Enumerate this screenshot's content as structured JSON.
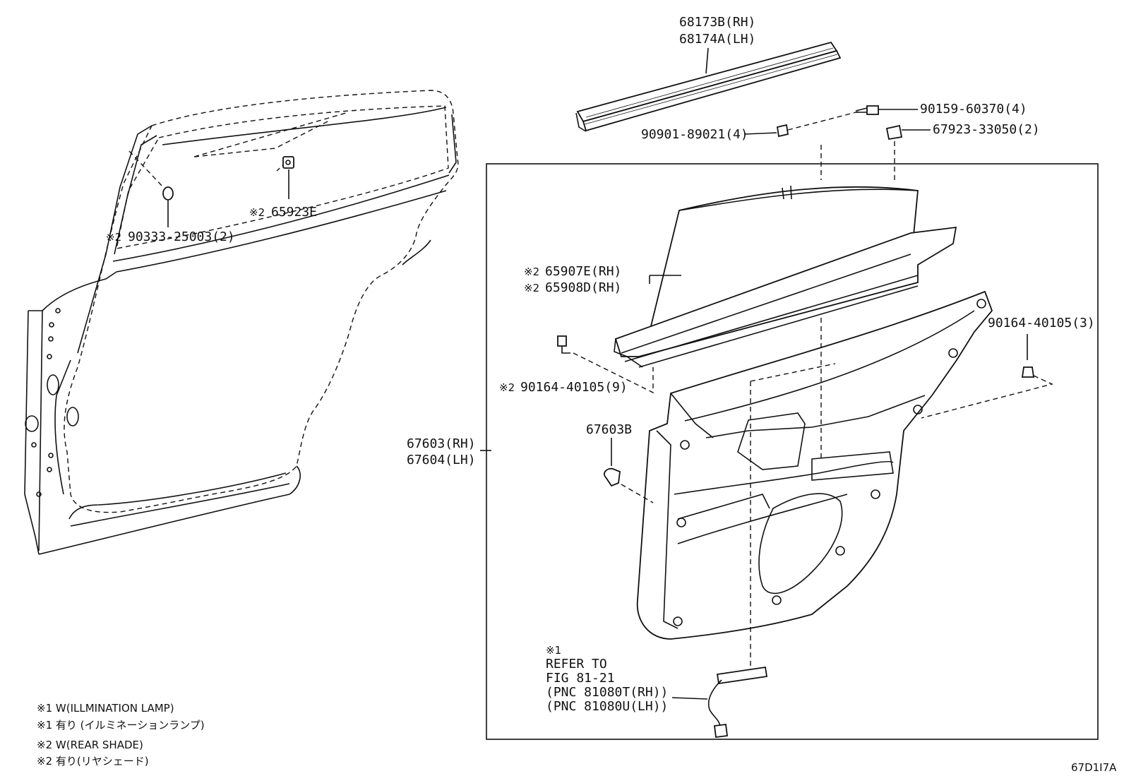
{
  "labels": {
    "p68173": "68173B(RH)",
    "p68174": "68174A(LH)",
    "p90159": "90159-60370(4)",
    "p90901": "90901-89021(4)",
    "p67923": "67923-33050(2)",
    "p65923_mark": "※2",
    "p65923": "65923E",
    "p90333_mark": "※2",
    "p90333": "90333-25003(2)",
    "p65907_mark": "※2",
    "p65907": "65907E(RH)",
    "p65908_mark": "※2",
    "p65908": "65908D(RH)",
    "p90164r": "90164-40105(3)",
    "p90164l_mark": "※2",
    "p90164l": "90164-40105(9)",
    "p67603b": "67603B",
    "p67603": "67603(RH)",
    "p67604": "67604(LH)",
    "ref_mark": "※1",
    "ref1": "REFER TO",
    "ref2": "FIG 81-21",
    "ref3": "(PNC 81080T(RH))",
    "ref4": "(PNC 81080U(LH))"
  },
  "notes": {
    "n1": "※1 W(ILLMINATION LAMP)",
    "n2": "※1 有り (イルミネーションランプ)",
    "n3": "※2 W(REAR SHADE)",
    "n4": "※2 有り(リヤシェード)"
  },
  "figure_id": "67D1I7A"
}
